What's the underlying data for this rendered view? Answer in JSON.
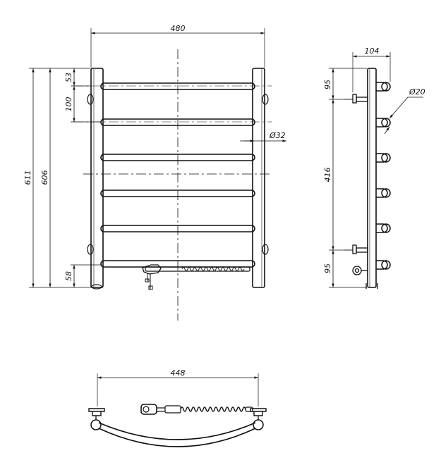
{
  "drawing": {
    "dimensions": {
      "overall_width": "480",
      "top_offset": "53",
      "rail_pitch": "100",
      "rail_diameter": "Ø32",
      "height_outer": "611",
      "height_inner": "606",
      "bottom_offset": "58",
      "side_depth": "104",
      "side_top": "95",
      "side_mount_span": "416",
      "side_bottom": "95",
      "side_diameter": "Ø20",
      "bottom_width": "448"
    }
  }
}
